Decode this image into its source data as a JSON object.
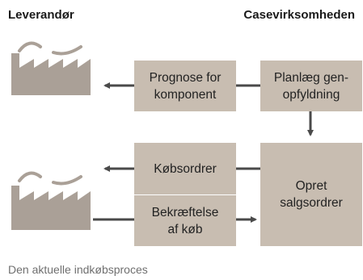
{
  "headers": {
    "left": "Leverandør",
    "right": "Casevirksomheden"
  },
  "boxes": {
    "forecast": {
      "line1": "Prognose for",
      "line2": "komponent"
    },
    "plan": {
      "line1": "Planlæg gen-",
      "line2": "opfyldning"
    },
    "purchase_orders": {
      "line1": "Købsordrer"
    },
    "create_sales": {
      "line1": "Opret",
      "line2": "salgsordrer"
    },
    "confirmation": {
      "line1": "Bekræftelse",
      "line2": "af køb"
    }
  },
  "caption": "Den aktuelle indkøbsproces",
  "colors": {
    "box_fill": "#c8bdb1",
    "factory_fill": "#aaa097",
    "line": "#4a4a4a"
  },
  "icons": {
    "supplier_top": "factory-icon",
    "supplier_bottom": "factory-icon"
  }
}
